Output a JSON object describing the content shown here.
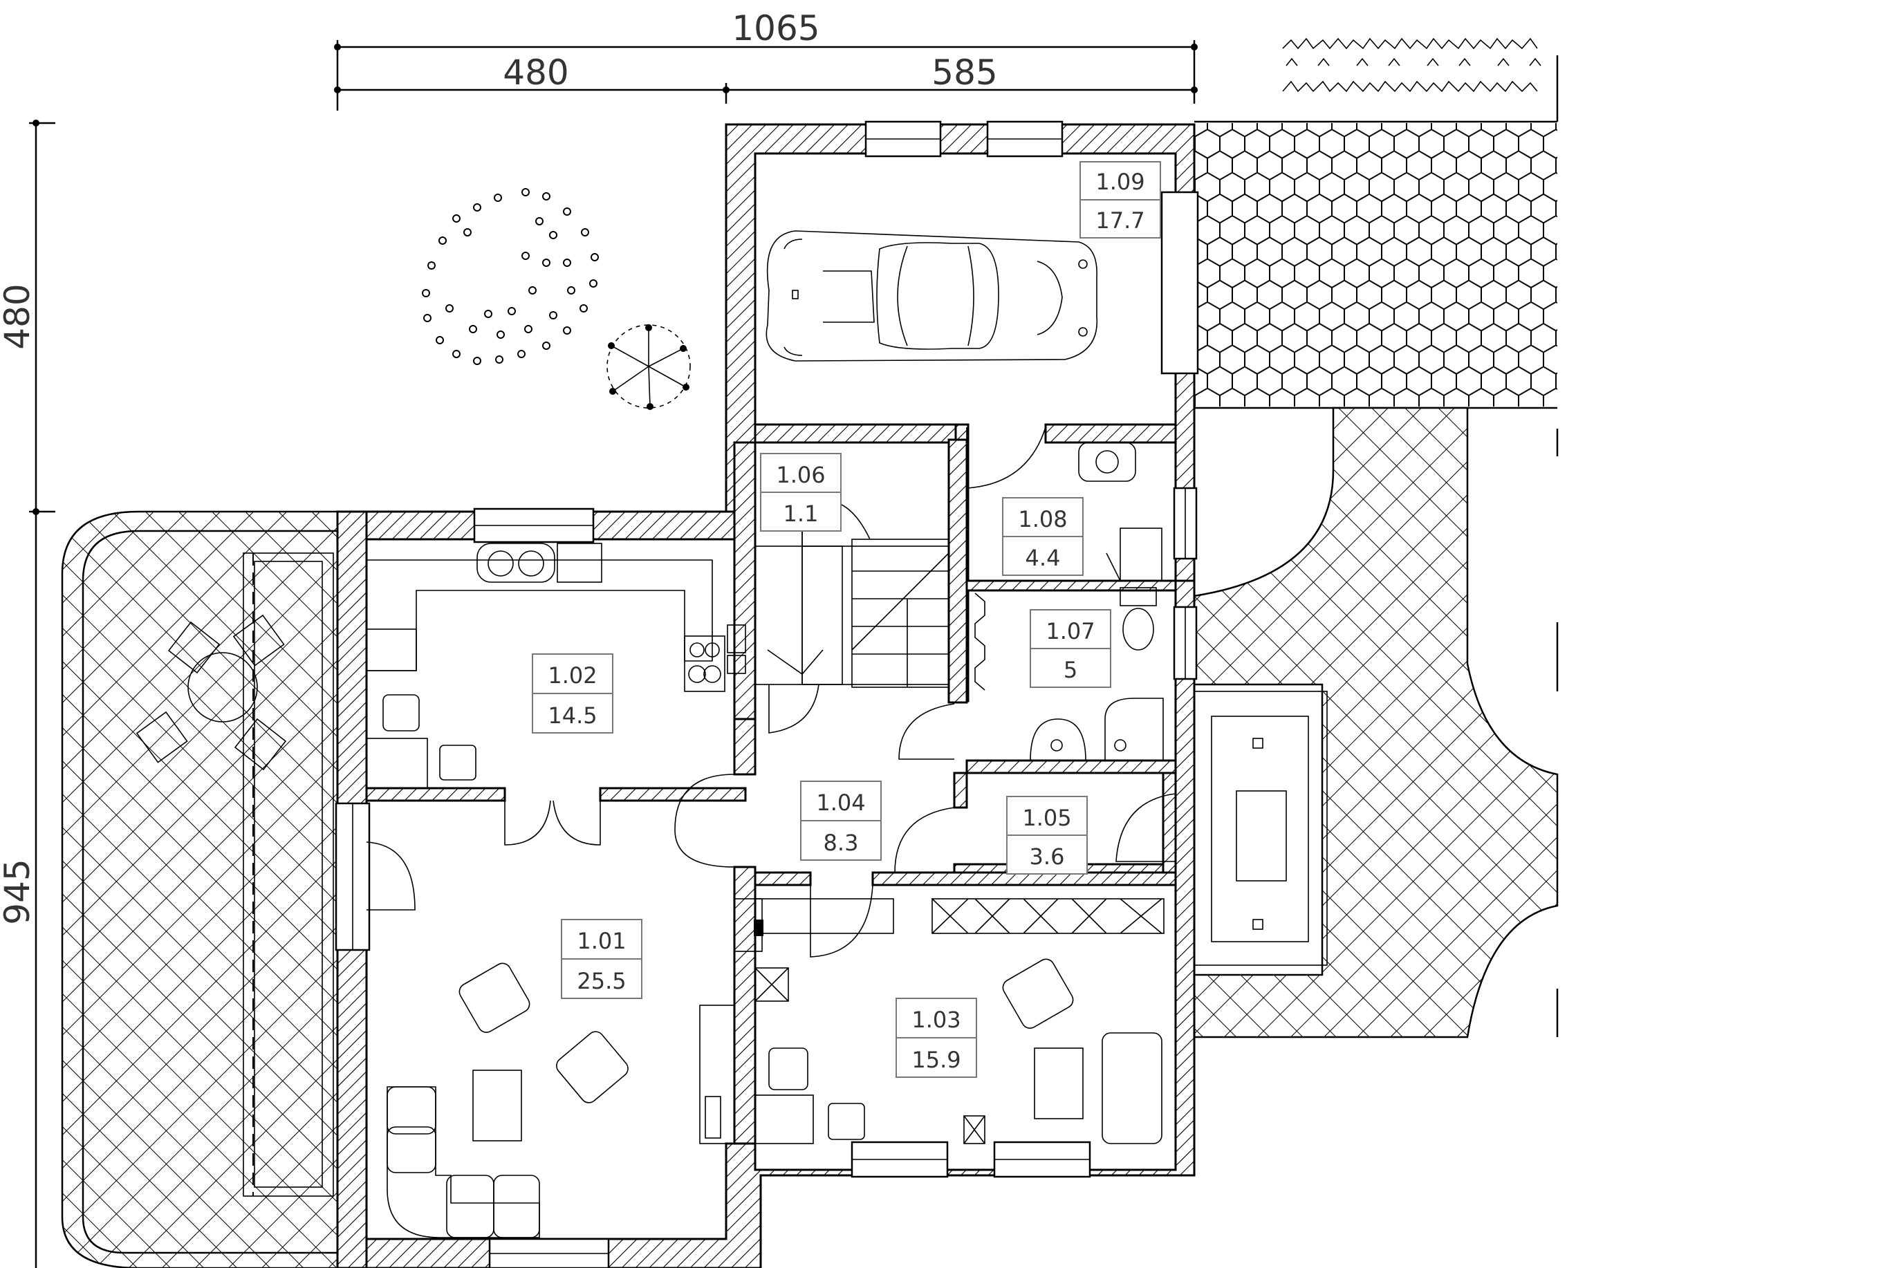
{
  "dimensions": {
    "top_total": "1065",
    "top_left": "480",
    "top_right": "585",
    "left_upper": "480",
    "left_lower": "945"
  },
  "rooms": [
    {
      "id": "1.09",
      "area": "17.7"
    },
    {
      "id": "1.06",
      "area": "1.1"
    },
    {
      "id": "1.08",
      "area": "4.4"
    },
    {
      "id": "1.07",
      "area": "5"
    },
    {
      "id": "1.02",
      "area": "14.5"
    },
    {
      "id": "1.04",
      "area": "8.3"
    },
    {
      "id": "1.05",
      "area": "3.6"
    },
    {
      "id": "1.01",
      "area": "25.5"
    },
    {
      "id": "1.03",
      "area": "15.9"
    }
  ]
}
